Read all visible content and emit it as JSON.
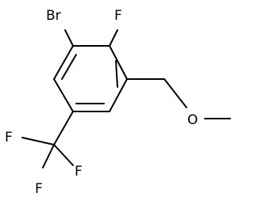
{
  "molecule": {
    "atoms": {
      "br": "Br",
      "f_ring": "F",
      "o": "O",
      "f_top": "F",
      "f_right": "F",
      "f_bottom": "F"
    }
  }
}
